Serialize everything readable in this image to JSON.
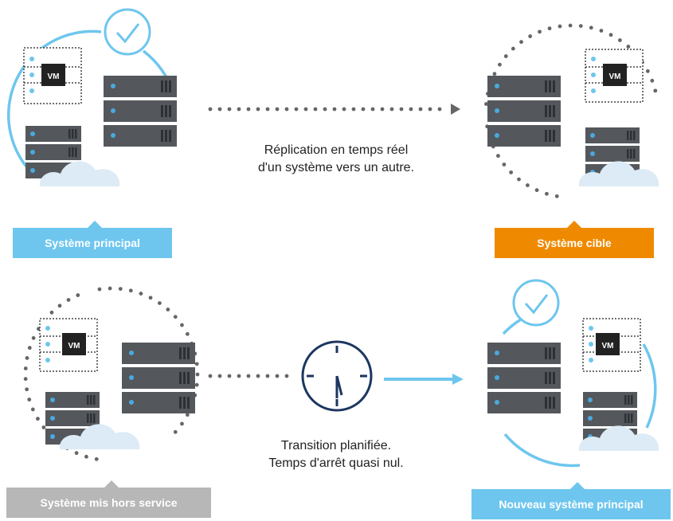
{
  "colors": {
    "blue": "#6ec6ee",
    "orange": "#ef8a00",
    "gray": "#b7b7b7",
    "server": "#54585c",
    "server_led": "#4aa9df",
    "clock_navy": "#1c3660",
    "dots": "#666666"
  },
  "captions": {
    "replication_line1": "Réplication en temps réel",
    "replication_line2": "d'un système vers un autre.",
    "transition_line1": "Transition planifiée.",
    "transition_line2": "Temps d'arrêt quasi nul."
  },
  "labels": {
    "primary": "Système principal",
    "target": "Système cible",
    "decommissioned": "Système mis hors service",
    "new_primary": "Nouveau système principal"
  },
  "vm_badge": "VM",
  "icons": [
    "server-stack-icon",
    "vm-host-icon",
    "cloud-icon",
    "checkmark-icon",
    "clock-icon",
    "arrow-icon"
  ]
}
